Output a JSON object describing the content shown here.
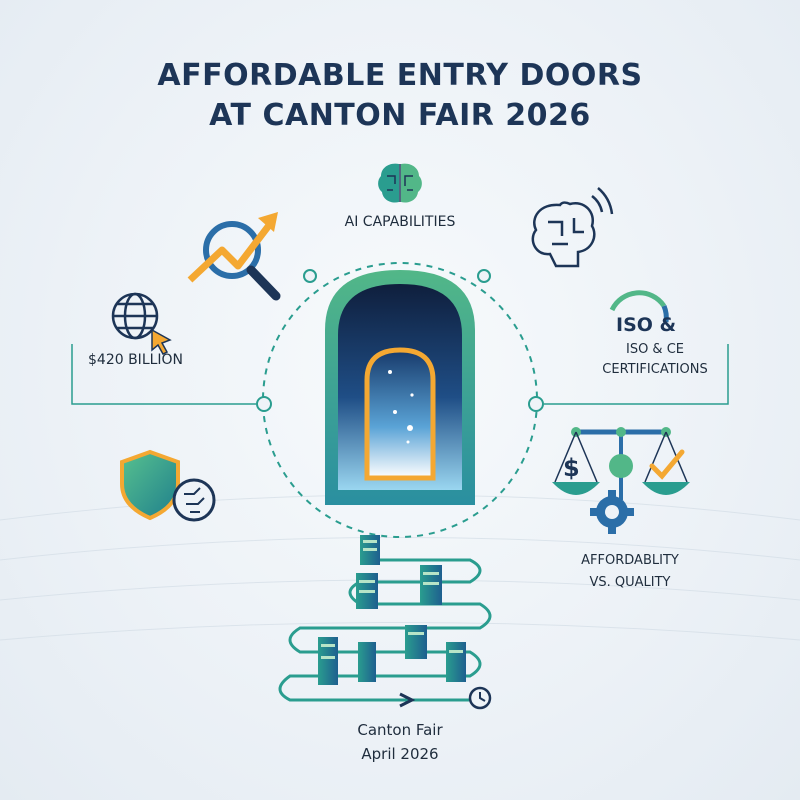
{
  "title_line1": "AFFORDABLE ENTRY DOORS",
  "title_line2": "AT CANTON FAIR 2026",
  "labels": {
    "ai": "AI CAPABILITIES",
    "market": "$420 BILLION",
    "cert_line1": "ISO & CE",
    "cert_line2": "CERTIFICATIONS",
    "afford_line1": "AFFORDABLITY",
    "afford_line2": "VS. QUALITY",
    "event_line1": "Canton Fair",
    "event_line2": "April 2026",
    "iso_badge": "ISO &"
  },
  "colors": {
    "navy": "#1d3557",
    "teal": "#2a9d8f",
    "green": "#52b788",
    "gold": "#f4a832",
    "blue": "#2b6ea8"
  },
  "icons": [
    "brain-circuit-icon",
    "trend-magnifier-icon",
    "ai-brain-wifi-icon",
    "globe-cursor-icon",
    "certification-badge-icon",
    "shield-chip-icon",
    "balance-scale-icon",
    "gear-icon",
    "dollar-icon",
    "check-icon",
    "server-rack-icon",
    "clock-icon",
    "arched-door-icon"
  ]
}
